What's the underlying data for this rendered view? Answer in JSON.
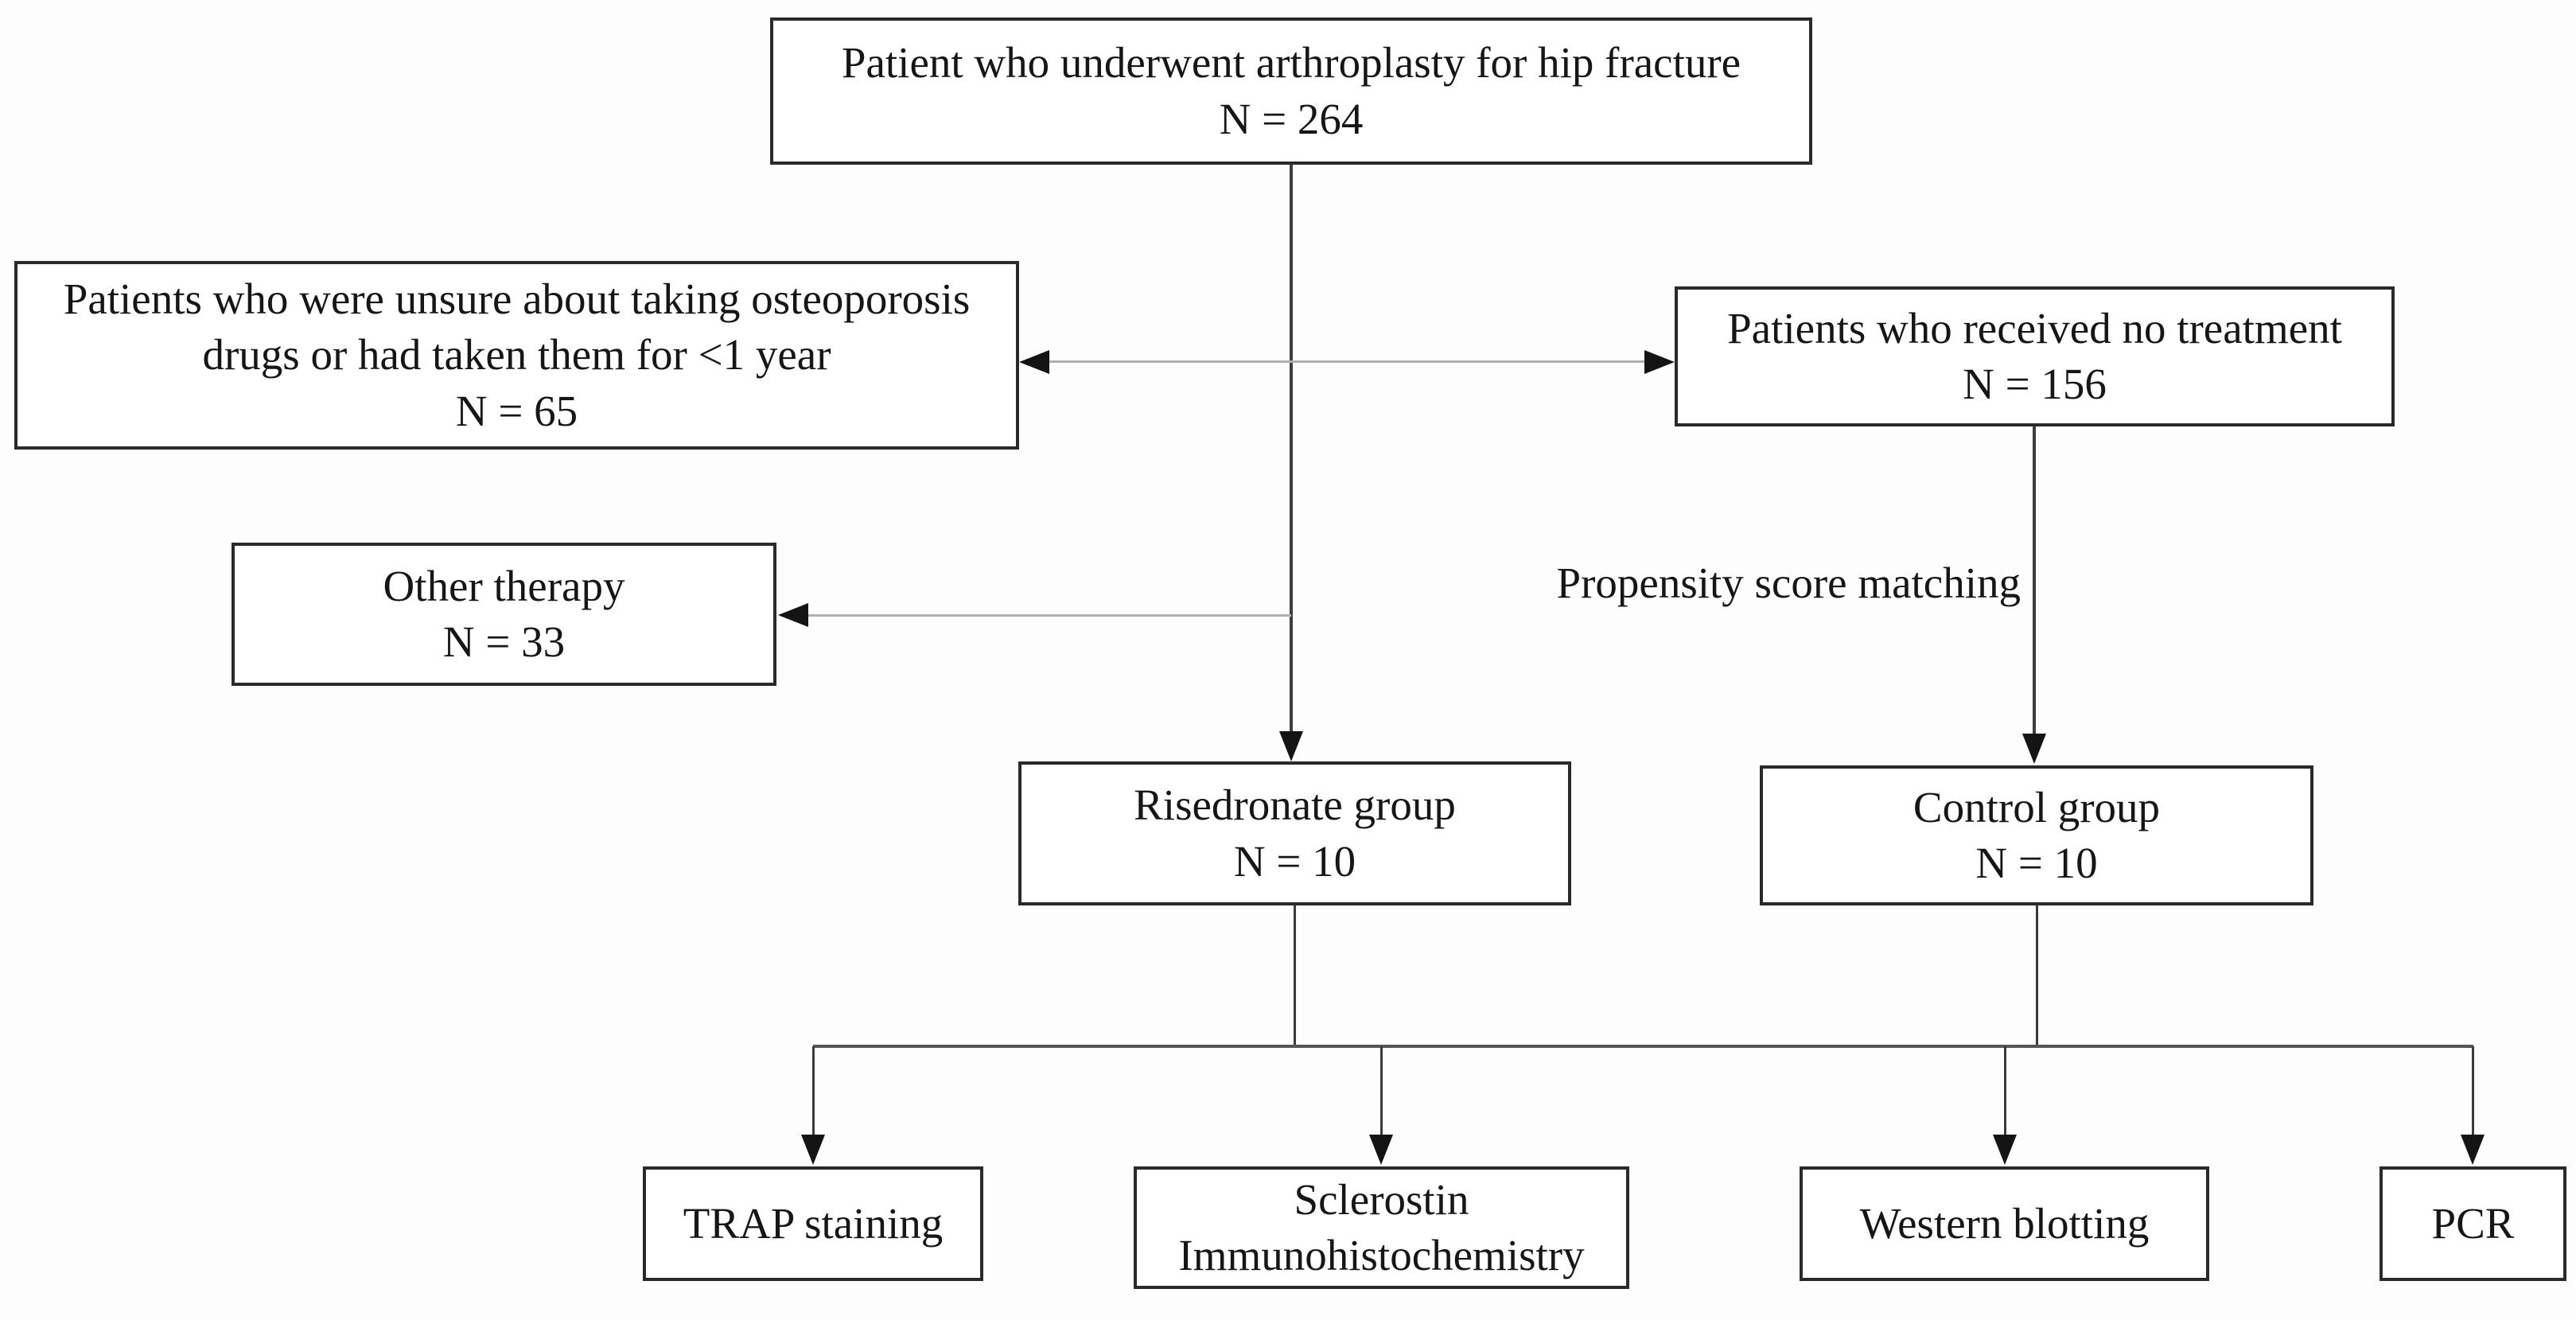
{
  "figure": {
    "type": "flowchart",
    "description": "Patient selection flow diagram for arthroplasty hip fracture study",
    "colors": {
      "background": "#fdfdfd",
      "box_fill": "#ffffff",
      "box_border": "#2a2a2a",
      "dark_line": "#3d3d3d",
      "gray_line": "#b0b0b0",
      "text": "#161616"
    },
    "nodes": {
      "enrollment": {
        "lines": [
          "Patient who underwent arthroplasty for hip fracture",
          "N = 264"
        ]
      },
      "excluded_unsure": {
        "lines": [
          "Patients who were unsure about taking osteoporosis",
          "drugs or had taken them for <1 year",
          "N = 65"
        ]
      },
      "no_treatment": {
        "lines": [
          "Patients who received no treatment",
          "N = 156"
        ]
      },
      "other_therapy": {
        "lines": [
          "Other therapy",
          "N = 33"
        ]
      },
      "risedronate": {
        "lines": [
          "Risedronate group",
          "N = 10"
        ]
      },
      "control": {
        "lines": [
          "Control group",
          "N = 10"
        ]
      },
      "trap": {
        "lines": [
          "TRAP staining"
        ]
      },
      "sclerostin": {
        "lines": [
          "Sclerostin",
          "Immunohistochemistry"
        ]
      },
      "western": {
        "lines": [
          "Western blotting"
        ]
      },
      "pcr": {
        "lines": [
          "PCR"
        ]
      }
    },
    "labels": {
      "propensity": "Propensity score matching"
    }
  }
}
